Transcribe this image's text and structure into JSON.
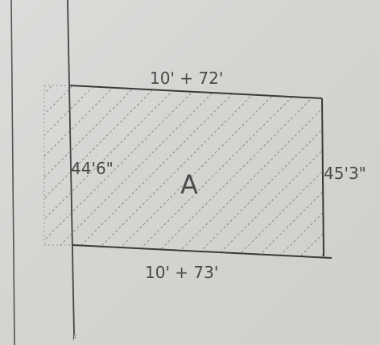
{
  "plot": {
    "label": "A",
    "top_dimension": "10' + 72'",
    "bottom_dimension": "10' + 73'",
    "left_dimension": "44'6\"",
    "right_dimension": "45'3\""
  },
  "colors": {
    "ink": "#3f3f3f",
    "hatch": "#8a8a8a",
    "paper": "#d6d6d3"
  }
}
